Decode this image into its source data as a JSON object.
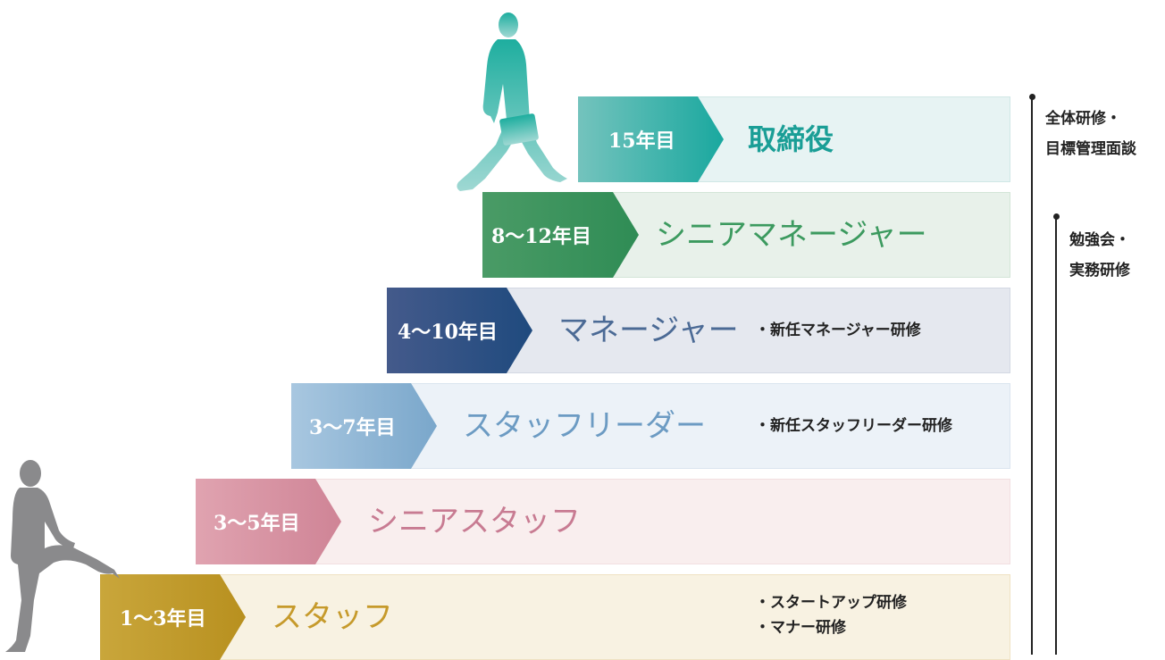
{
  "steps": [
    {
      "id": "staff",
      "years": "1〜3年目",
      "title": "スタッフ",
      "training": [
        "・スタートアップ研修",
        "・マナー研修"
      ],
      "color": "#c69a2b"
    },
    {
      "id": "senior-staff",
      "years": "3〜5年目",
      "title": "シニアスタッフ",
      "training": [],
      "color": "#c87b92"
    },
    {
      "id": "staff-leader",
      "years": "3〜7年目",
      "title": "スタッフリーダー",
      "training": [
        "・新任スタッフリーダー研修"
      ],
      "color": "#6c9bc3"
    },
    {
      "id": "manager",
      "years": "4〜10年目",
      "title": "マネージャー",
      "training": [
        "・新任マネージャー研修"
      ],
      "color": "#1f4a7e"
    },
    {
      "id": "senior-manager",
      "years": "8〜12年目",
      "title": "シニアマネージャー",
      "training": [],
      "color": "#2f8c55"
    },
    {
      "id": "director",
      "years": "15年目",
      "title": "取締役",
      "training": [],
      "color": "#1aa89f"
    }
  ],
  "side_programs": [
    {
      "lines": [
        "全体研修・",
        "目標管理面談"
      ]
    },
    {
      "lines": [
        "勉強会・",
        "実務研修"
      ]
    }
  ],
  "figure_colors": {
    "start": "#8a8a8c",
    "top": "#2ab5aa"
  }
}
